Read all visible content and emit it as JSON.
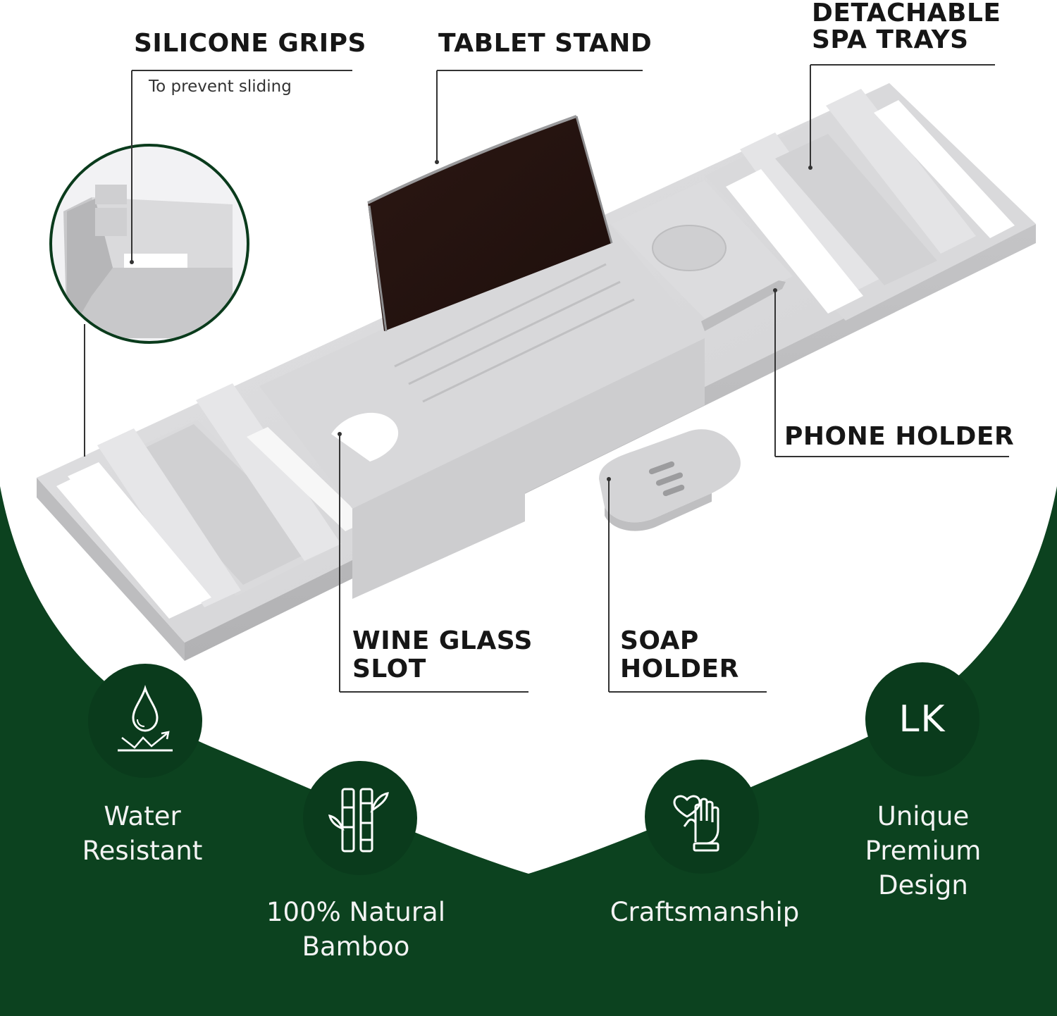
{
  "callouts": {
    "silicone_grips": {
      "title": "SILICONE GRIPS",
      "subtitle": "To prevent sliding"
    },
    "tablet_stand": {
      "title": "TABLET STAND"
    },
    "spa_trays": {
      "line1": "DETACHABLE",
      "line2": "SPA TRAYS"
    },
    "phone_holder": {
      "title": "PHONE HOLDER"
    },
    "wine_glass": {
      "line1": "WINE GLASS",
      "line2": "SLOT"
    },
    "soap_holder": {
      "line1": "SOAP",
      "line2": "HOLDER"
    }
  },
  "features": [
    {
      "icon": "water-drop-icon",
      "line1": "Water",
      "line2": "Resistant"
    },
    {
      "icon": "bamboo-icon",
      "line1": "100% Natural",
      "line2": "Bamboo"
    },
    {
      "icon": "heart-hand-icon",
      "line1": "Craftsmanship"
    },
    {
      "icon": "lk-logo",
      "logo_text": "LK",
      "line1": "Unique",
      "line2": "Premium",
      "line3": "Design"
    }
  ],
  "colors": {
    "dark_green": "#0a3b1c",
    "band_green": "#0c421f",
    "tray_gray": "#d6d6d8",
    "tablet_brown": "#2a1612",
    "callout_text": "#161616"
  }
}
